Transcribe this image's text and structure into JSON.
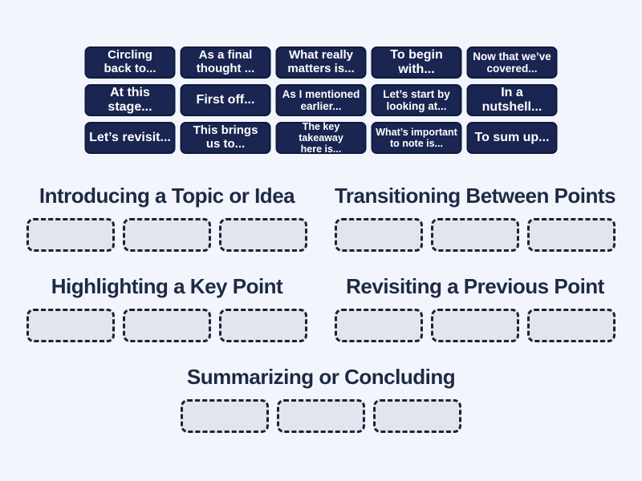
{
  "theme": {
    "background": "#f2f6fc",
    "tile_bg": "#1a2551",
    "tile_border": "#0e1a3e",
    "tile_text": "#ffffff",
    "heading_color": "#1e2a44",
    "slot_bg": "#e3e5ee",
    "slot_border": "#1b2135"
  },
  "word_bank": {
    "tiles": [
      "Circling\nback to...",
      "As a final\nthought ...",
      "What really\nmatters is...",
      "To begin with...",
      "Now that we’ve\ncovered...",
      "At this stage...",
      "First off...",
      "As I mentioned\nearlier...",
      "Let’s start by\nlooking at...",
      "In a nutshell...",
      "Let’s revisit...",
      "This brings\nus to...",
      "The key takeaway\nhere is...",
      "What’s important\nto note is...",
      "To sum up..."
    ]
  },
  "categories": [
    {
      "title": "Introducing a Topic or Idea",
      "slot_count": 3
    },
    {
      "title": "Transitioning Between Points",
      "slot_count": 3
    },
    {
      "title": "Highlighting a Key Point",
      "slot_count": 3
    },
    {
      "title": "Revisiting a Previous Point",
      "slot_count": 3
    },
    {
      "title": "Summarizing or Concluding",
      "slot_count": 3
    }
  ]
}
